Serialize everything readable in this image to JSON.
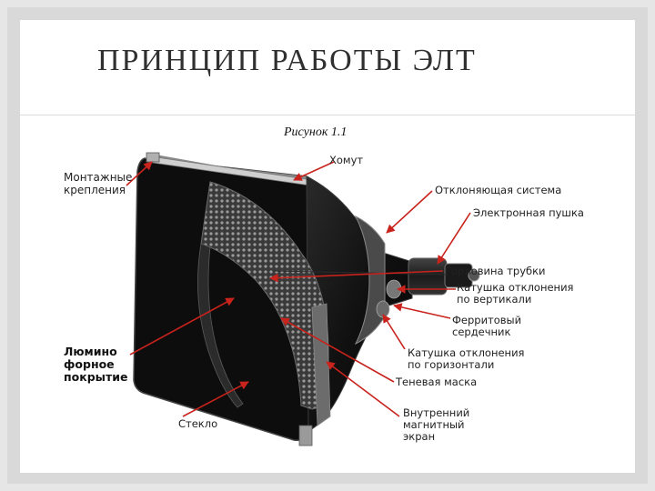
{
  "slide": {
    "title": "ПРИНЦИП РАБОТЫ ЭЛТ",
    "caption": "Рисунок 1.1"
  },
  "labels": {
    "mount": "Монтажные\nкрепления",
    "clamp": "Хомут",
    "deflection_system": "Отклоняющая система",
    "electron_gun": "Электронная пушка",
    "tube_neck": "Горловина трубки",
    "vertical_coil": "Катушка отклонения\nпо вертикали",
    "ferrite_core": "Ферритовый\nсердечник",
    "horizontal_coil": "Катушка отклонения\nпо горизонтали",
    "phosphor": "Люмино\nфорное\nпокрытие",
    "shadow_mask": "Теневая маска",
    "glass": "Стекло",
    "magnetic_shield": "Внутренний\nмагнитный\nэкран"
  },
  "colors": {
    "arrow": "#c8231c",
    "tube_body": "#151515",
    "mask": "#5a5a5a",
    "title_text": "#303030"
  }
}
